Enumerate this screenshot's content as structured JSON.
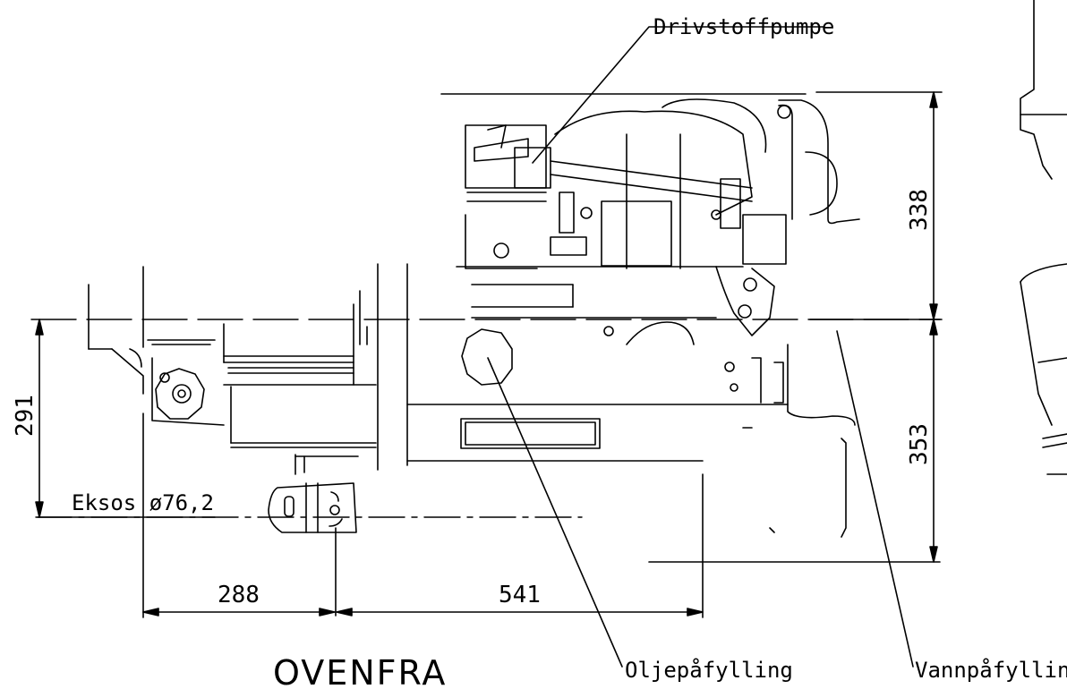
{
  "labels": {
    "fuel_pump": "Drivstoffpumpe",
    "oil_fill": "Oljepåfylling",
    "water_fill": "Vannpåfylling",
    "exhaust": "Eksos ø76,2",
    "view_title": "OVENFRA"
  },
  "dimensions": {
    "d338": "338",
    "d353": "353",
    "d291": "291",
    "d288": "288",
    "d541": "541"
  }
}
